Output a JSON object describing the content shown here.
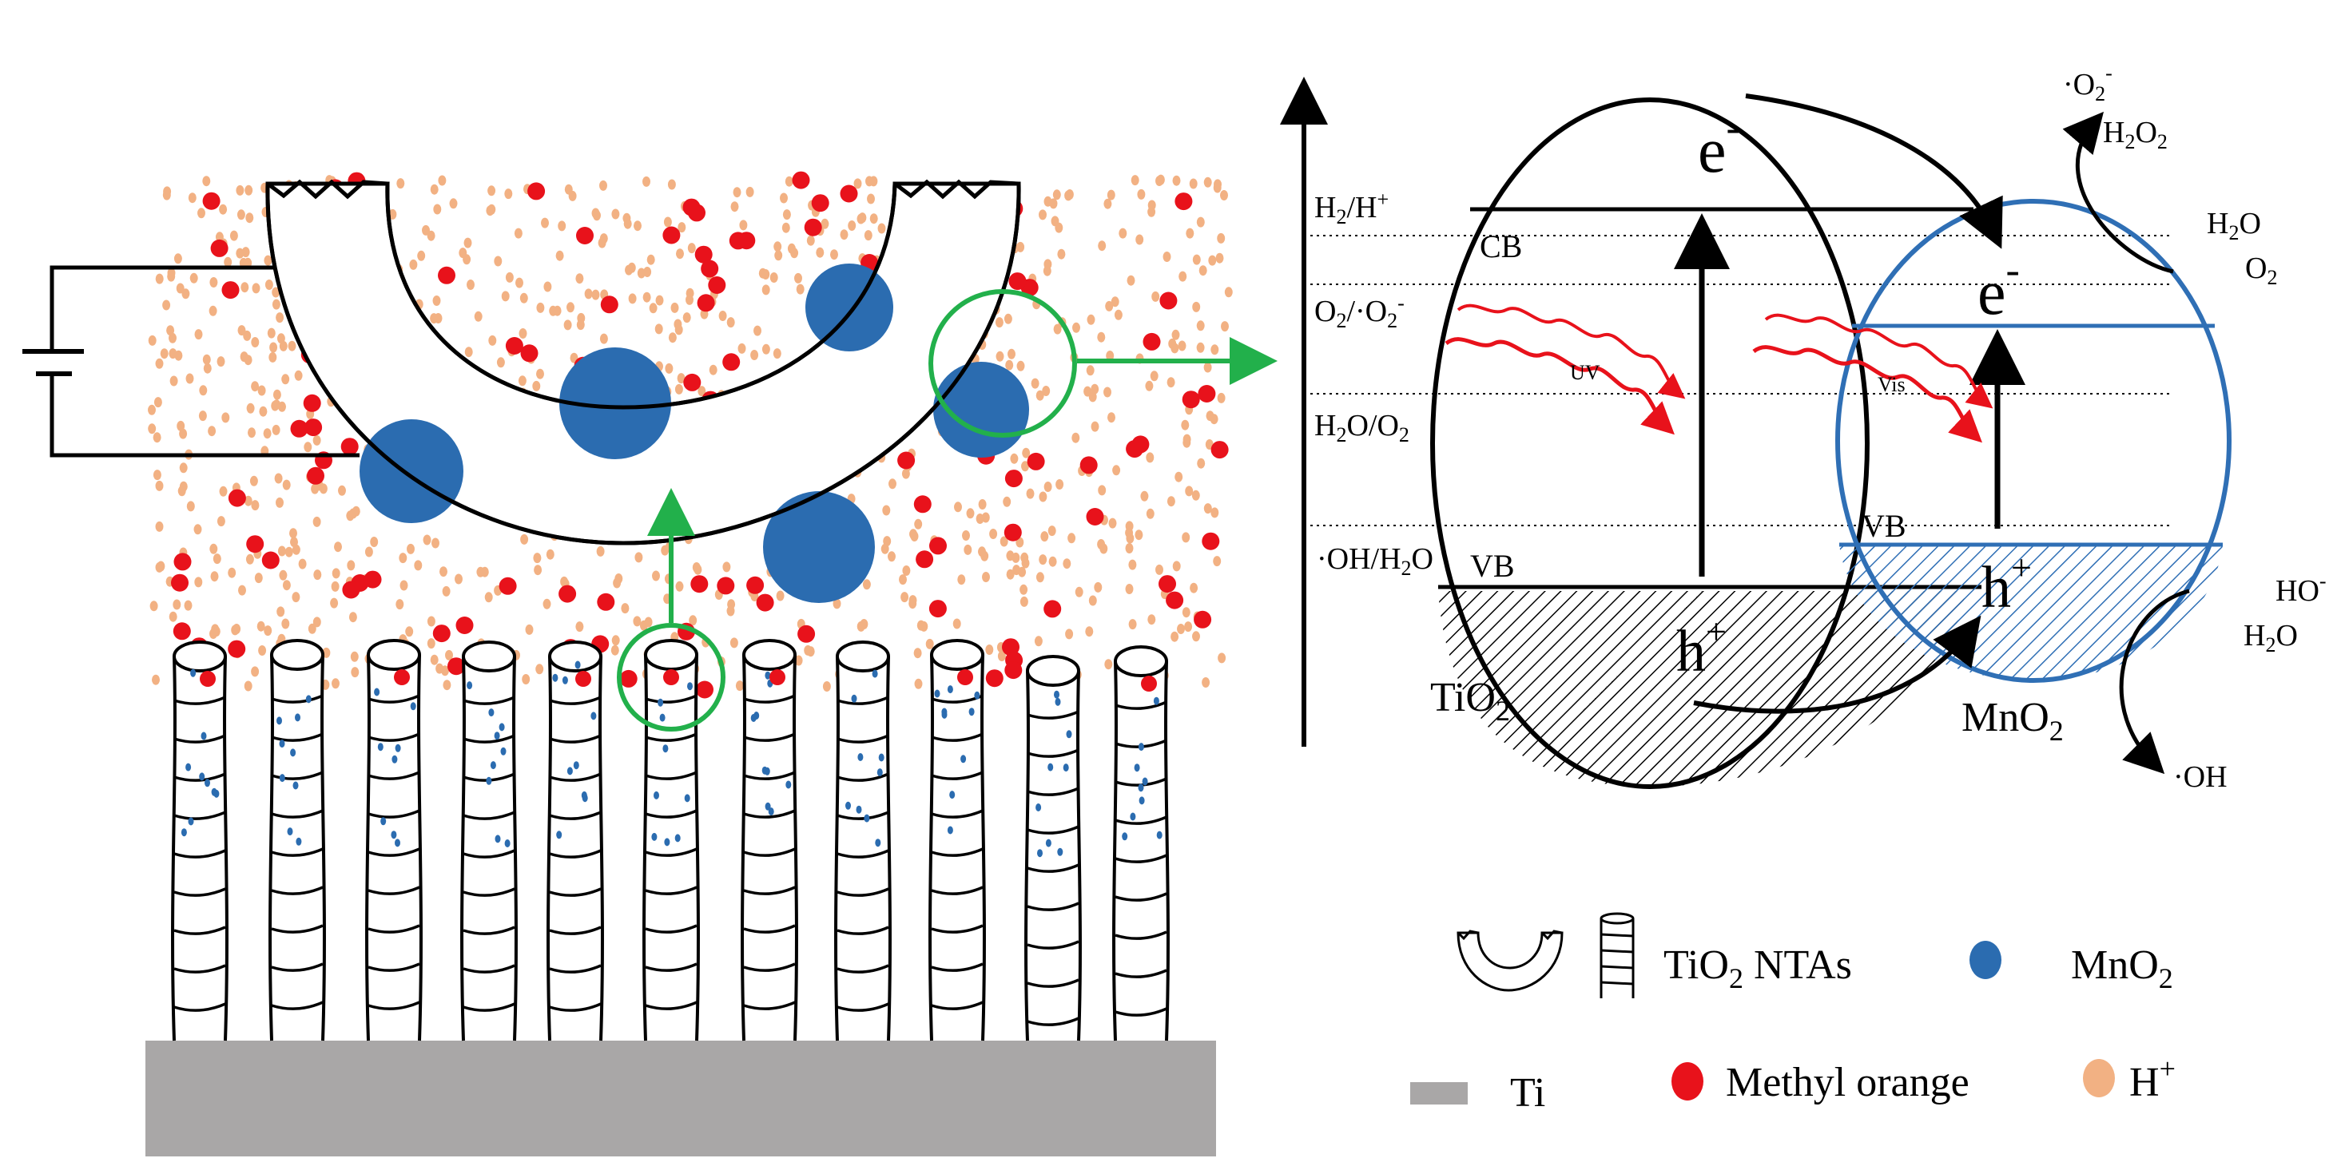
{
  "colors": {
    "tio2_outline": "#000000",
    "mno2_fill": "#2b6cb0",
    "mno2_outline": "#2f6fb5",
    "methyl_orange": "#e8121b",
    "h_plus": "#f2b183",
    "ti_substrate": "#a9a7a7",
    "zoom_circle": "#22b04b",
    "light_wave": "#e8121b",
    "dot_blue": "#2b6cb0"
  },
  "diagram": {
    "levels": [
      {
        "id": "h2",
        "label_main": "H",
        "label_sub": "2",
        "label_rest": "/H",
        "label_sup": "+"
      },
      {
        "id": "o2",
        "label_main": "O",
        "label_sub": "2",
        "label_rest": "/·O",
        "label_sub2": "2",
        "label_sup2": "-"
      },
      {
        "id": "h2o",
        "label_main": "H",
        "label_sub": "2",
        "label_rest": "O/O",
        "label_sub2": "2"
      },
      {
        "id": "oh",
        "label_main": "·OH/H",
        "label_sub": "2",
        "label_rest": "O"
      }
    ],
    "band_labels": {
      "tio2_cb": "CB",
      "tio2_vb": "VB",
      "mno2_vb": "VB"
    },
    "carriers": {
      "electron_main": "e",
      "electron_sup": "-",
      "hole_main": "h",
      "hole_sup": "+"
    },
    "light": {
      "uv": "UV",
      "vis": "Vis"
    },
    "materials": {
      "tio2_main": "TiO",
      "tio2_sub": "2",
      "mno2_main": "MnO",
      "mno2_sub": "2"
    },
    "products": {
      "superoxide_prefix": "·O",
      "superoxide_sub": "2",
      "superoxide_sup": "-",
      "h2o2_main": "H",
      "h2o2_sub1": "2",
      "h2o2_mid": "O",
      "h2o2_sub2": "2",
      "water_main": "H",
      "water_sub": "2",
      "water_rest": "O",
      "oxygen_main": "O",
      "oxygen_sub": "2",
      "hydroxide_main": "HO",
      "hydroxide_sup": "-",
      "water2_main": "H",
      "water2_sub": "2",
      "water2_rest": "O",
      "hydroxyl_radical": "·OH"
    }
  },
  "legend": {
    "tio2_ntas_main": "TiO",
    "tio2_ntas_sub": "2",
    "tio2_ntas_rest": " NTAs",
    "mno2_main": "MnO",
    "mno2_sub": "2",
    "ti": "Ti",
    "methyl_orange": "Methyl orange",
    "h_plus_main": "H",
    "h_plus_sup": "+"
  }
}
